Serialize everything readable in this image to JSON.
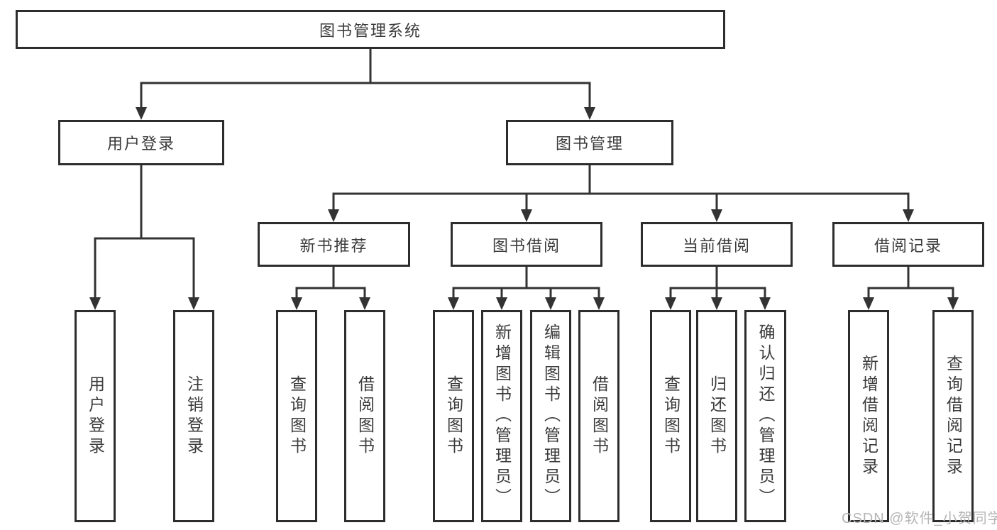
{
  "diagram": {
    "title": "图书管理系统",
    "level2": [
      "用户登录",
      "图书管理"
    ],
    "level3": [
      "新书推荐",
      "图书借阅",
      "当前借阅",
      "借阅记录"
    ],
    "leaves": {
      "userLogin": [
        "用户登录",
        "注销登录"
      ],
      "newBookRec": [
        "查询图书",
        "借阅图书"
      ],
      "bookBorrow": [
        "查询图书",
        "新增图书（管理员）",
        "编辑图书（管理员）",
        "借阅图书"
      ],
      "currentBorrow": [
        "查询图书",
        "归还图书",
        "确认归还（管理员）"
      ],
      "borrowRecords": [
        "新增借阅记录",
        "查询借阅记录"
      ]
    },
    "colors": {
      "line": "#333333",
      "border": "#2d2d2d",
      "text": "#3b3b3b"
    }
  },
  "watermark": {
    "text": "CSDN @软件_小贺同学",
    "color": "#b5b5b5"
  }
}
